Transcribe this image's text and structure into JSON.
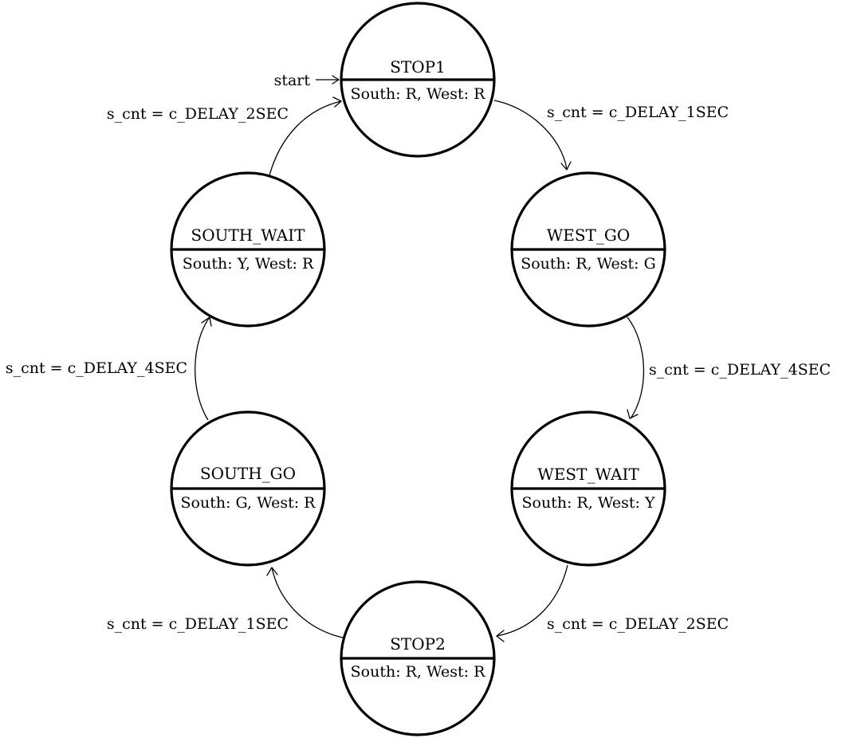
{
  "diagram": {
    "start_label": "start",
    "states": [
      {
        "id": "STOP1",
        "name": "STOP1",
        "output": "South: R, West: R"
      },
      {
        "id": "WEST_GO",
        "name": "WEST_GO",
        "output": "South: R, West: G"
      },
      {
        "id": "WEST_WAIT",
        "name": "WEST_WAIT",
        "output": "South: R, West: Y"
      },
      {
        "id": "STOP2",
        "name": "STOP2",
        "output": "South: R, West: R"
      },
      {
        "id": "SOUTH_GO",
        "name": "SOUTH_GO",
        "output": "South: G, West: R"
      },
      {
        "id": "SOUTH_WAIT",
        "name": "SOUTH_WAIT",
        "output": "South: Y, West: R"
      }
    ],
    "transitions": [
      {
        "from": "STOP1",
        "to": "WEST_GO",
        "label": "s_cnt = c_DELAY_1SEC"
      },
      {
        "from": "WEST_GO",
        "to": "WEST_WAIT",
        "label": "s_cnt = c_DELAY_4SEC"
      },
      {
        "from": "WEST_WAIT",
        "to": "STOP2",
        "label": "s_cnt = c_DELAY_2SEC"
      },
      {
        "from": "STOP2",
        "to": "SOUTH_GO",
        "label": "s_cnt = c_DELAY_1SEC"
      },
      {
        "from": "SOUTH_GO",
        "to": "SOUTH_WAIT",
        "label": "s_cnt = c_DELAY_4SEC"
      },
      {
        "from": "SOUTH_WAIT",
        "to": "STOP1",
        "label": "s_cnt = c_DELAY_2SEC"
      }
    ]
  }
}
